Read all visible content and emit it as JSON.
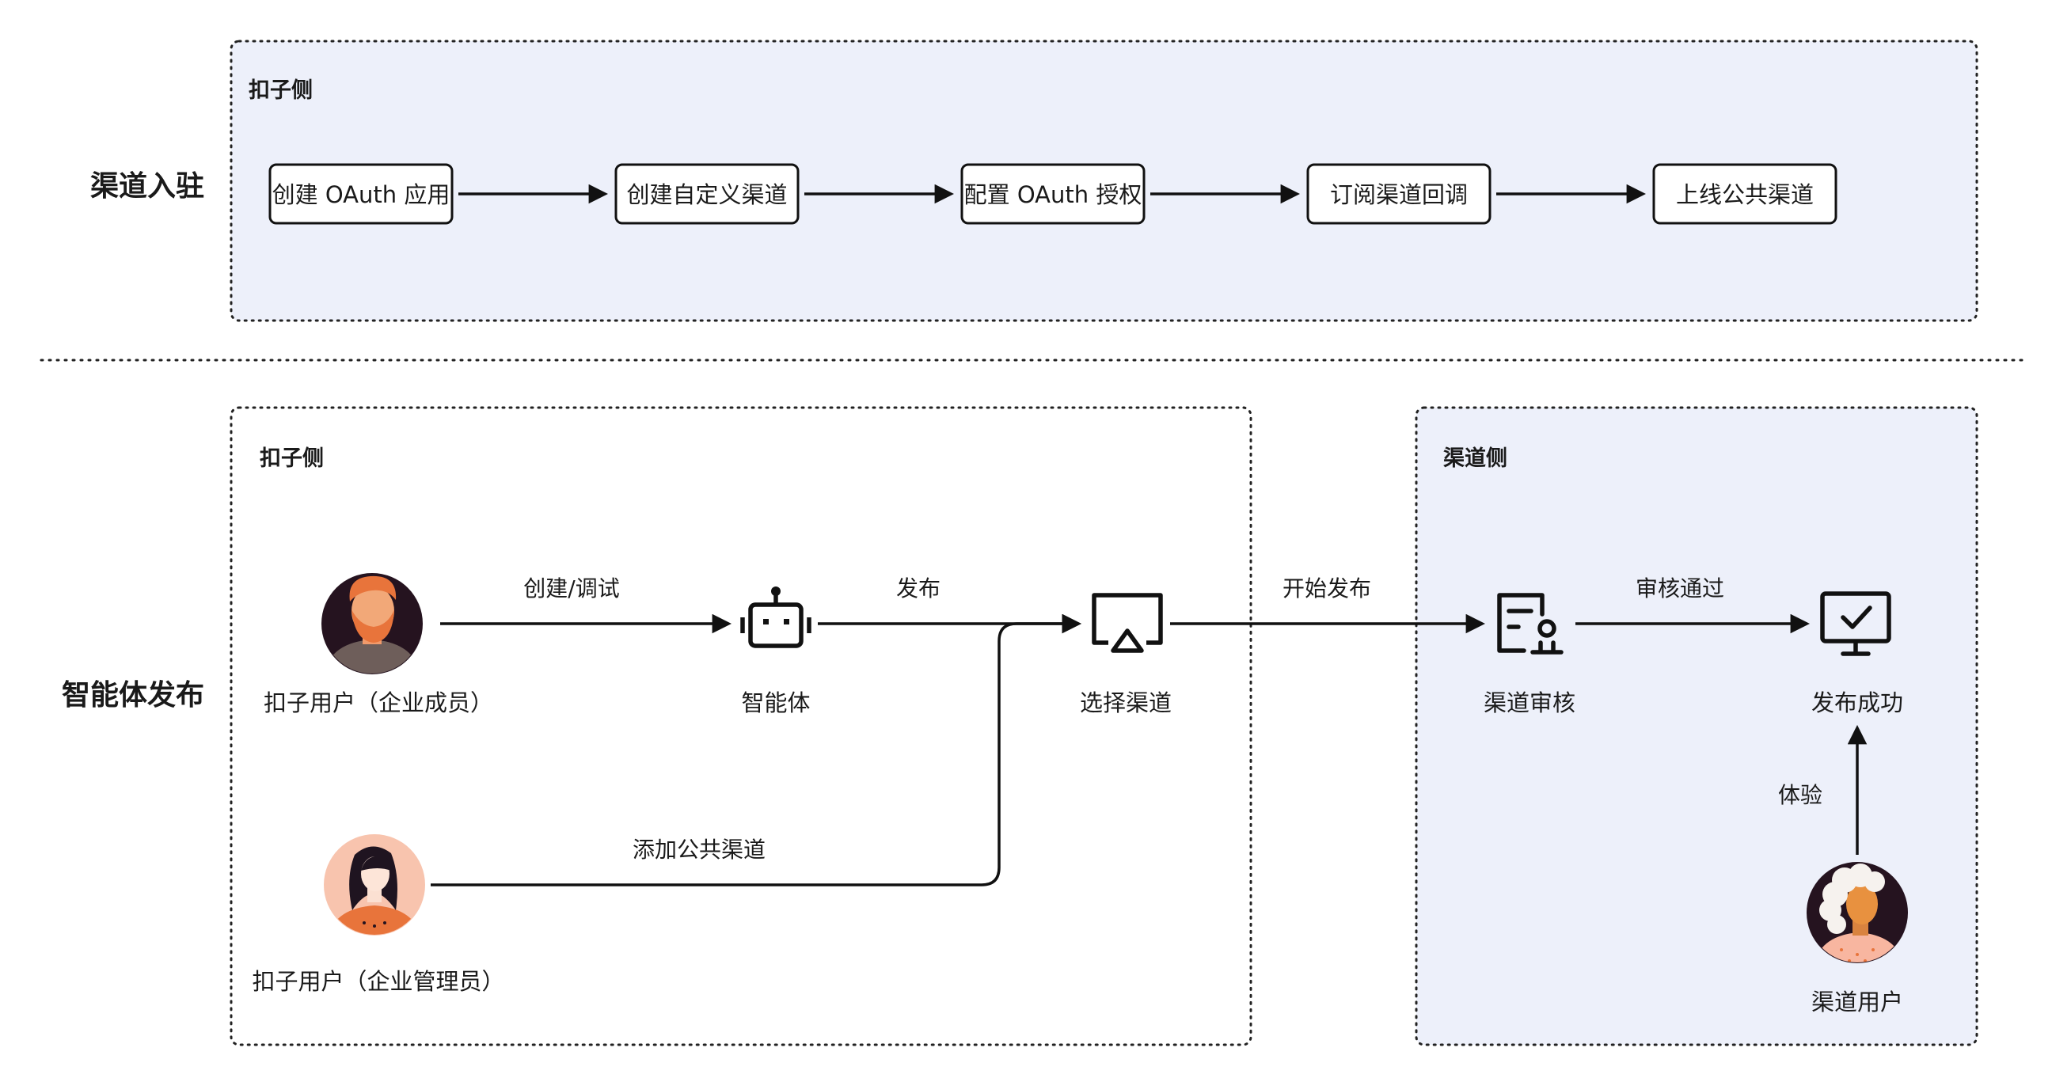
{
  "colors": {
    "panel_fill": "#edf0fa",
    "dotted_border": "#222222",
    "stroke": "#111111",
    "accent_orange": "#e8743b",
    "skin_light": "#f4a98b",
    "hair_dark": "#1f1420"
  },
  "section_onboarding": {
    "title": "渠道入驻",
    "group_label": "扣子侧",
    "steps": [
      "创建 OAuth 应用",
      "创建自定义渠道",
      "配置 OAuth 授权",
      "订阅渠道回调",
      "上线公共渠道"
    ]
  },
  "section_publish": {
    "title": "智能体发布",
    "coze_group_label": "扣子侧",
    "channel_group_label": "渠道侧",
    "nodes": {
      "member": {
        "label": "扣子用户（企业成员）",
        "icon": "avatar-bearded-man-icon"
      },
      "admin": {
        "label": "扣子用户（企业管理员）",
        "icon": "avatar-woman-icon"
      },
      "agent": {
        "label": "智能体",
        "icon": "robot-icon"
      },
      "select_channel": {
        "label": "选择渠道",
        "icon": "screencast-icon"
      },
      "review": {
        "label": "渠道审核",
        "icon": "review-document-icon"
      },
      "success": {
        "label": "发布成功",
        "icon": "monitor-check-icon"
      },
      "channel_user": {
        "label": "渠道用户",
        "icon": "avatar-curly-hair-icon"
      }
    },
    "edges": {
      "create_debug": "创建/调试",
      "publish": "发布",
      "add_public_channel": "添加公共渠道",
      "start_publish": "开始发布",
      "review_passed": "审核通过",
      "experience": "体验"
    }
  }
}
